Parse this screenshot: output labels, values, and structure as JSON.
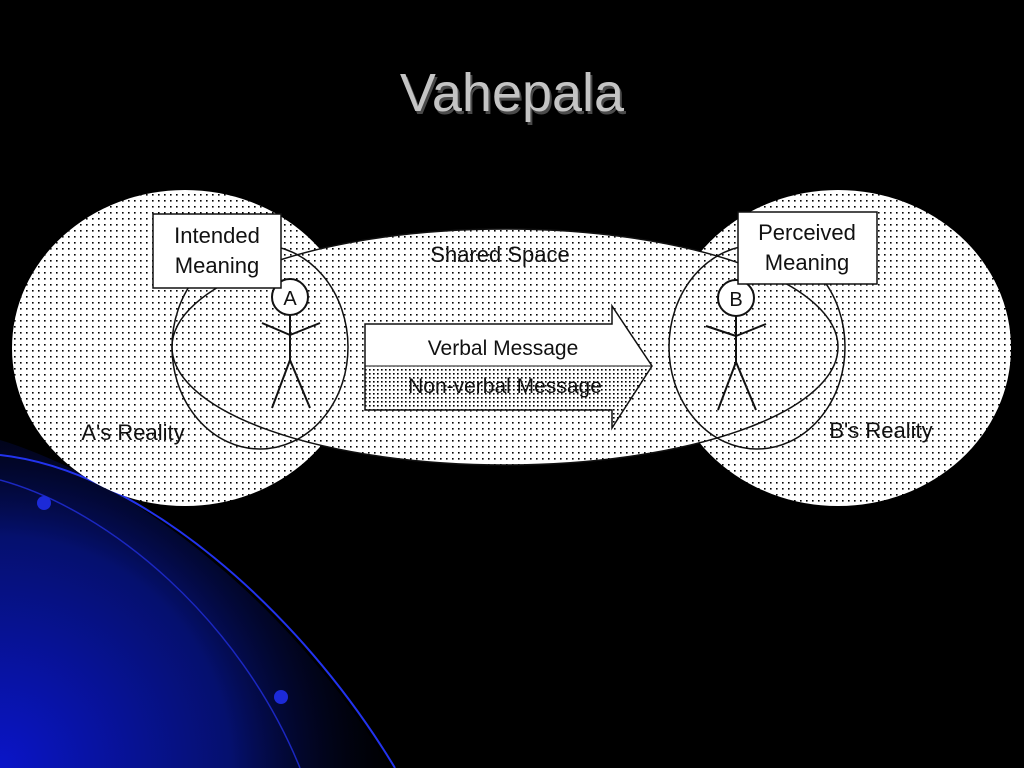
{
  "slide": {
    "title": "Vahepala"
  },
  "diagram": {
    "person_a": {
      "label": "A",
      "reality_label": "A's Reality",
      "meaning_box": [
        "Intended",
        "Meaning"
      ]
    },
    "person_b": {
      "label": "B",
      "reality_label": "B's Reality",
      "meaning_box": [
        "Perceived",
        "Meaning"
      ]
    },
    "shared_space_label": "Shared Space",
    "arrow": {
      "verbal_label": "Verbal Message",
      "nonverbal_label": "Non-verbal Message"
    }
  },
  "colors": {
    "background": "#000000",
    "title_text": "#c4c4c4",
    "dot_pattern": "#000000",
    "diagram_fill": "#ffffff",
    "swoosh_blue": "#1a2ad6"
  }
}
